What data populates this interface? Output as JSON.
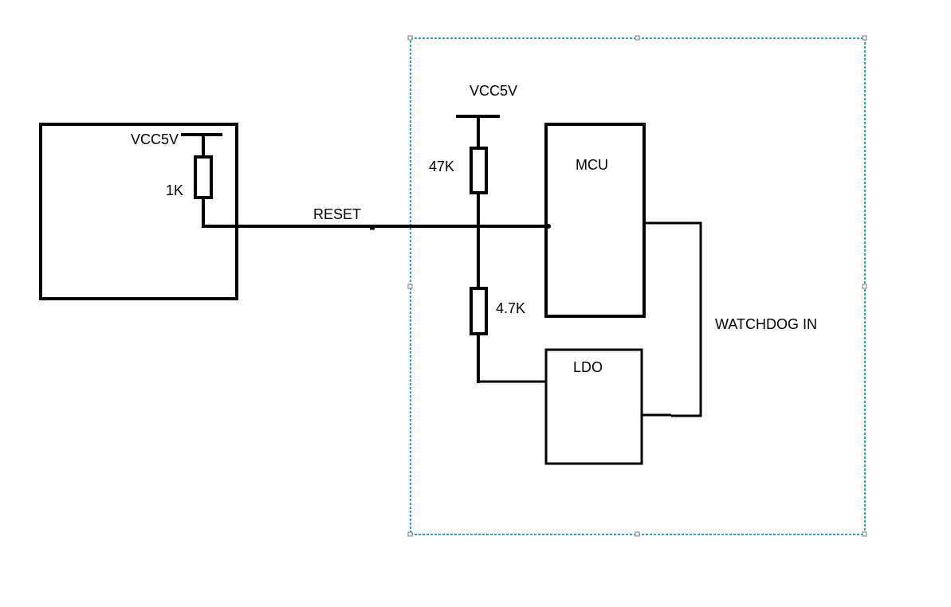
{
  "labels": {
    "vcc_left": "VCC5V",
    "r_1k": "1K",
    "reset": "RESET",
    "vcc_right": "VCC5V",
    "r_47k": "47K",
    "r_4k7": "4.7K",
    "mcu": "MCU",
    "ldo": "LDO",
    "watchdog": "WATCHDOG IN"
  },
  "colors": {
    "selection_border": "#2a9fd6",
    "ink": "#000000"
  }
}
